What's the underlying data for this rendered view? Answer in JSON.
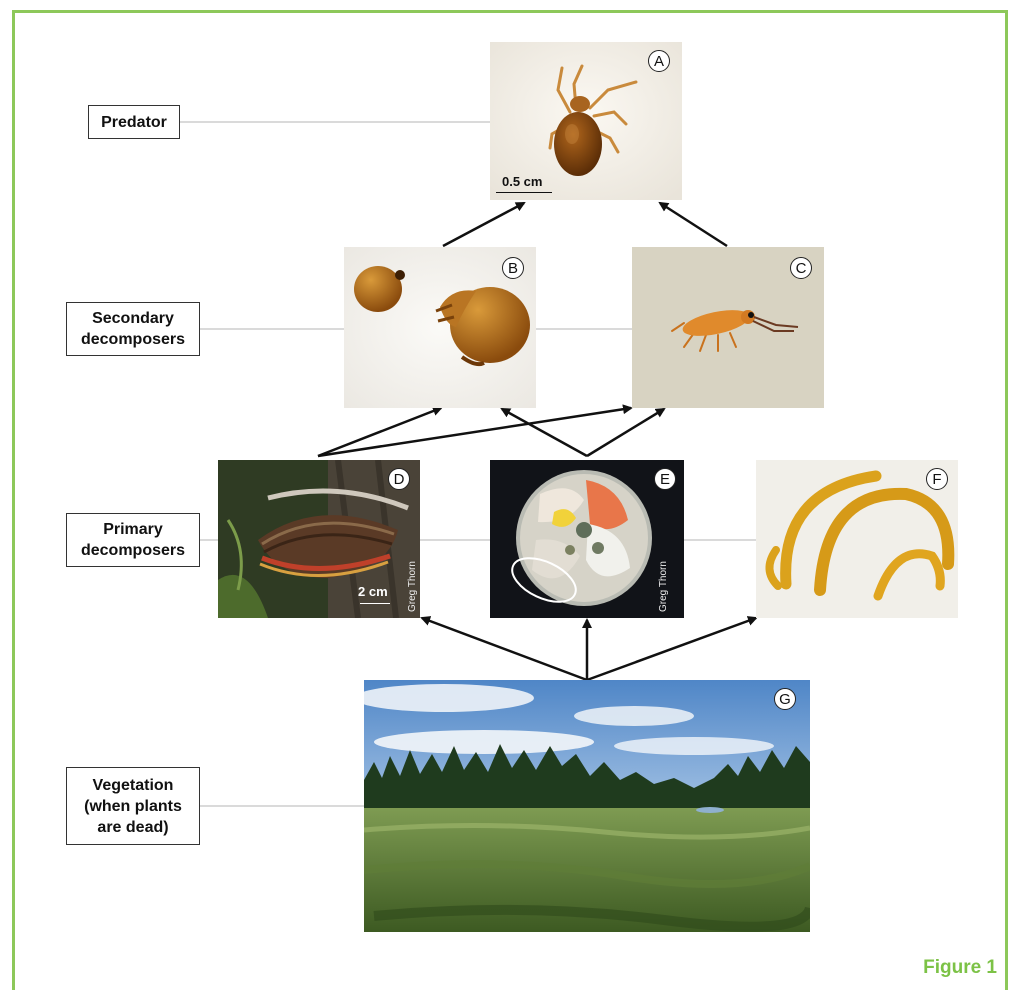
{
  "levels": {
    "predator": "Predator",
    "secondary": "Secondary\ndecomposers",
    "primary": "Primary\ndecomposers",
    "vegetation": "Vegetation\n(when plants\nare dead)"
  },
  "panels": {
    "A": {
      "badge": "A",
      "scale": "0.5 cm"
    },
    "B": {
      "badge": "B"
    },
    "C": {
      "badge": "C"
    },
    "D": {
      "badge": "D",
      "scale": "2 cm",
      "credit": "Greg Thorn"
    },
    "E": {
      "badge": "E",
      "credit": "Greg Thorn"
    },
    "F": {
      "badge": "F"
    },
    "G": {
      "badge": "G"
    }
  },
  "figure_label": "Figure 1",
  "colors": {
    "frame": "#8dc85a",
    "figure_label": "#7cc246"
  }
}
